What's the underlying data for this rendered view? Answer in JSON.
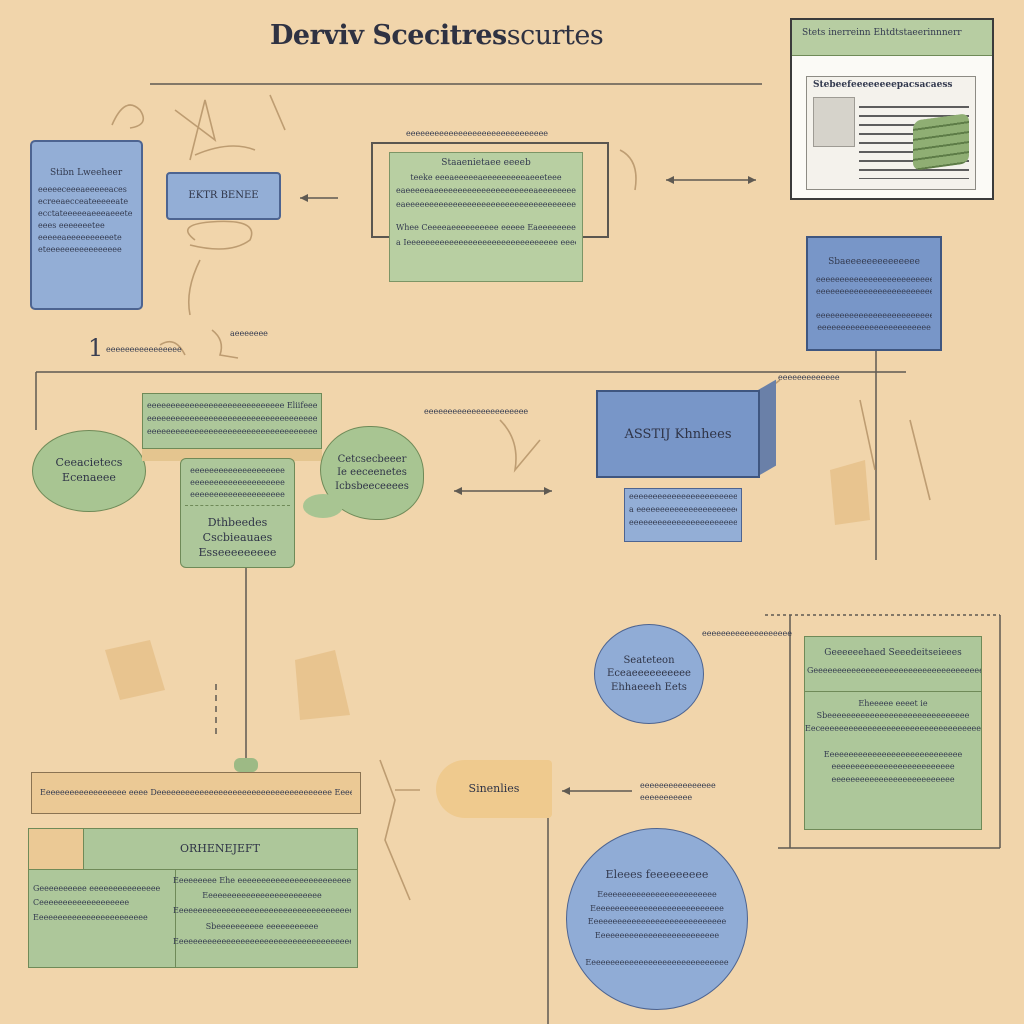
{
  "title": {
    "bold": "Derviv Scecitres",
    "light": "scurtes"
  },
  "doc_panel": {
    "header": "Stets inerreinn Ehtdtstaeerinnnerr",
    "heading": "Stebeefeeeeeeeepacsacaess"
  },
  "top_left_card": {
    "heading": "Stibn Lweeheer",
    "lines": [
      "eeeeeceeeaeeeeeaces",
      "ecreeaecceateeeeeate",
      "ecctateeeeeaeeeaeeete",
      "eees eeeeeeetee",
      "eeeeeaeeeeeeeeeete",
      "eteeeeeeeeeeeeeeee"
    ]
  },
  "top_left_label": "EKTR BENEE",
  "top_center": {
    "label_above": "eeeeeeeeeeeeeeeeeeeeeeeeeeeeeeeeeeeeeeeeeee",
    "heading": "Staaenietaee eeeeb",
    "lines": [
      "teeke eeeaeeeeeaeeeeeeeeeaeeeteee",
      "eaeeeeeaeeeeeeeeeeeeeeeeeeeeeaeeeeeeee",
      "eaeeeeeeeeeeeeeeeeeeeeeeeeeeeeeeeeeeeeeeeee"
    ],
    "footer": [
      "Whee Ceeeeaeeeeeeeeee eeeee Eaeeeeeeeeeee",
      "a Ieeeeeeeeeeeeeeeeeeeeeeeeeeeeeeee eeee"
    ]
  },
  "top_right_card": {
    "heading": "Sbaeeeeeeeeeeeeee",
    "lines": [
      "eeeeeeeeeeeeeeeeeeeeeeeeee",
      "eeeeeeeeeeeeeeeeeeeeeeeeee",
      "",
      "eeeeeeeeeeeeeeeeeeeeeeeeeeee",
      "eeeeeeeeeeeeeeeeeeeeeeee"
    ]
  },
  "marker_one": "1",
  "marker_one_text": "eeeeeeeeeeeeeeee",
  "marker_one_text2": "aeeeeeee",
  "mid_left_oval": [
    "Ceeacietecs",
    "Ecenaeee"
  ],
  "mid_center": {
    "banner": [
      "eeeeeeeeeeeeeeeeeeeeeeeeeeeee Eliifeeee",
      "eeeeeeeeeeeeeeeeeeeeeeeeeeeeeeeeeeeeeee",
      "eeeeeeeeeeeeeeeeeeeeeeeeeeeeeeeeeeeeeee"
    ],
    "box_top": [
      "eeeeeeeeeeeeeeeeeeee",
      "eeeeeeeeeeeeeeeeeeee",
      "eeeeeeeeeeeeeeeeeeee"
    ],
    "box_main": [
      "Dthbeedes",
      "Cscbieauaes",
      "Esseeeeeeeee"
    ]
  },
  "mid_cloud": [
    "Cetcsecbeeer",
    "Ie eeceenetes",
    "Icbsbeeceeees"
  ],
  "mid_arrow_label": "eeeeeeeeeeeeeeeeeeeeee",
  "mid_right_box": {
    "top": "eeeeeeeeeeeeeeeeeeeeeeeeeeeeee",
    "label": "ASSTIJ Khnhees",
    "sub": [
      "eeeeeeeeeeeeeeeeeeeeeeeeeeeeeeeee",
      "a eeeeeeeeeeeeeeeeeeeeeeeeeeeeeeeee",
      "eeeeeeeeeeeeeeeeeeeeeeeeeeeeeeeeeeeeee"
    ]
  },
  "mid_right_label": "eeeeeeeeeeeee",
  "right_oval": [
    "Seateteon",
    "Eceaeeeeeeeeee",
    "Ehhaeeeh Eets"
  ],
  "right_oval_label": "eeeeeeeeeeeeeeeeeee",
  "right_panel": {
    "heading": "Geeeeeehaed Seeedeitseieees",
    "subheading": "Geeeeeeeeeeeeeeeeeeeeeeeeeeeeeeeeeeeeeee",
    "lines": [
      "Eheeeee eeeet ie",
      "Sbeeeeeeeeeeeeeeeeeeeeeeeeeeeeee",
      "Eeceeeeeeeeeeeeeeeeeeeeeeeeeeeeeeeeeeeeeee",
      "",
      "Eeeeeeeeeeeeeeeeeeeeeeeeeeeee",
      "eeeeeeeeeeeeeeeeeeeeeeeeee",
      "eeeeeeeeeeeeeeeeeeeeeeeeee"
    ]
  },
  "bottom_strip": "Eeeeeeeeeeeeeeeeee eeee Deeeeeeeeeeeeeeeeeeeeeeeeeeeeeeeeeeeee Eeeeeeeeeeeeee eee",
  "bottom_table": {
    "header": "ORHENEJEFT",
    "left": [
      "Geeeeeeeeee eeeeeeeeeeeeeee",
      "Ceeeeeeeeeeeeeeeeeee",
      "Eeeeeeeeeeeeeeeeeeeeeeee"
    ],
    "right": [
      "Eeeeeeeee Ehe eeeeeeeeeeeeeeeeeeeeeeeeee",
      "Eeeeeeeeeeeeeeeeeeeeeeeee",
      "Eeeeeeeeeeeeeeeeeeeeeeeeeeeeeeeeeeeeeeeeeee",
      "Sbeeeeeeeeee eeeeeeeeeee",
      "Eeeeeeeeeeeeeeeeeeeeeeeeeeeeeeeeeeeeeeeeeeee"
    ]
  },
  "bottom_tag": "Sinenlies",
  "bottom_tag_label": [
    "eeeeeeeeeeeeeeee",
    "eeeeeeeeeee"
  ],
  "bottom_circle": {
    "heading": "Eleees feeeeeeeee",
    "lines": [
      "Eeeeeeeeeeeeeeeeeeeeeeeee",
      "Eeeeeeeeeeeeeeeeeeeeeeeeeeee",
      "Eeeeeeeeeeeeeeeeeeeeeeeeeeeee",
      "Eeeeeeeeeeeeeeeeeeeeeeeeee",
      "",
      "Eeeeeeeeeeeeeeeeeeeeeeeeeeeeee"
    ]
  },
  "colors": {
    "background": "#f1d5ab",
    "blue": "#93aed6",
    "green": "#adc79a",
    "accent_tan": "#e9c58a"
  }
}
